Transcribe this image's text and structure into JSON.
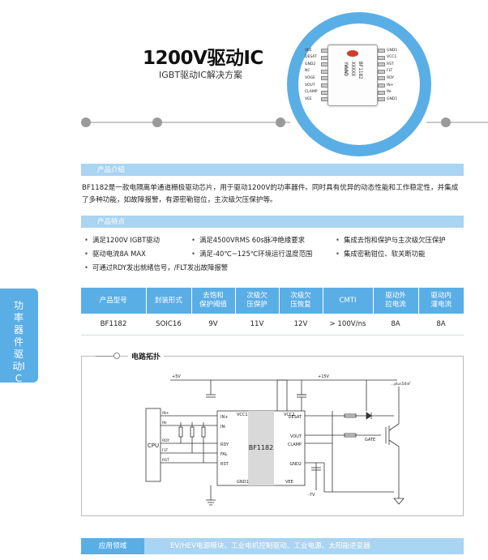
{
  "hero": {
    "title": "1200V驱动IC",
    "subtitle": "IGBT驱动IC解决方案",
    "chip_marking": [
      "BF1182",
      "XXXXX",
      "YWWWD"
    ],
    "pins_left": [
      "VEE",
      "DESAT",
      "GND2",
      "NC",
      "VOGE",
      "VOUT",
      "CLAMP",
      "VEE"
    ],
    "pins_right": [
      "GND1",
      "VCC1",
      "RST",
      "FLT",
      "RDY",
      "IN+",
      "IN-",
      "GND1"
    ]
  },
  "side_tab": {
    "label": "功率器件驱动IC"
  },
  "intro": {
    "heading": "产品介绍",
    "text": "BF1182是一款电隔离单通道栅极驱动芯片，用于驱动1200V的功率器件。同时具有优异的动态性能和工作稳定性，并集成了多种功能，如故障报警，有源密勒钳位，主次级欠压保护等。"
  },
  "features": {
    "heading": "产品特点",
    "items": [
      "满足1200V IGBT驱动",
      "满足4500VRMS 60s脉冲绝缘要求",
      "集成去饱和保护与主次级欠压保护",
      "驱动电流8A MAX",
      "满足-40℃~125℃环境运行温度范围",
      "集成密勒钳位、软关断功能",
      "可通过RDY发出就绪信号，/FLT发出故障报警"
    ]
  },
  "spec_table": {
    "headers": [
      "产品型号",
      "封装形式",
      "去饱和\n保护阈值",
      "次级欠\n压保护",
      "次级欠\n压恢复",
      "CMTI",
      "驱动外\n拉电流",
      "驱动内\n灌电流"
    ],
    "rows": [
      [
        "BF1182",
        "SOIC16",
        "9V",
        "11V",
        "12V",
        "> 100V/ns",
        "8A",
        "8A"
      ]
    ]
  },
  "circuit": {
    "heading": "电路拓扑",
    "chip_name": "BF1182",
    "cpu_label": "CPU",
    "left_pins": [
      "IN+",
      "IN-",
      "RDY",
      "FAL",
      "RST"
    ],
    "right_pins": [
      "DESAT",
      "VOUT",
      "CLAMP",
      "GND2"
    ],
    "top_pins": [
      "VCC1",
      "VCC2"
    ],
    "bottom_pins": [
      "GND1",
      "VEE"
    ],
    "cpu_signals": [
      "IN+",
      "IN-",
      "RDY",
      "FLT",
      "RST"
    ],
    "supply_left": "+5V",
    "supply_right": "+15V",
    "vee_label": "-7V",
    "gate_label": "GATE",
    "load_label": "...plus50nF"
  },
  "application": {
    "label": "应用领域",
    "value": "EV/HEV电源模块、工业电机控制驱动、工业电源、太阳能逆变器"
  }
}
